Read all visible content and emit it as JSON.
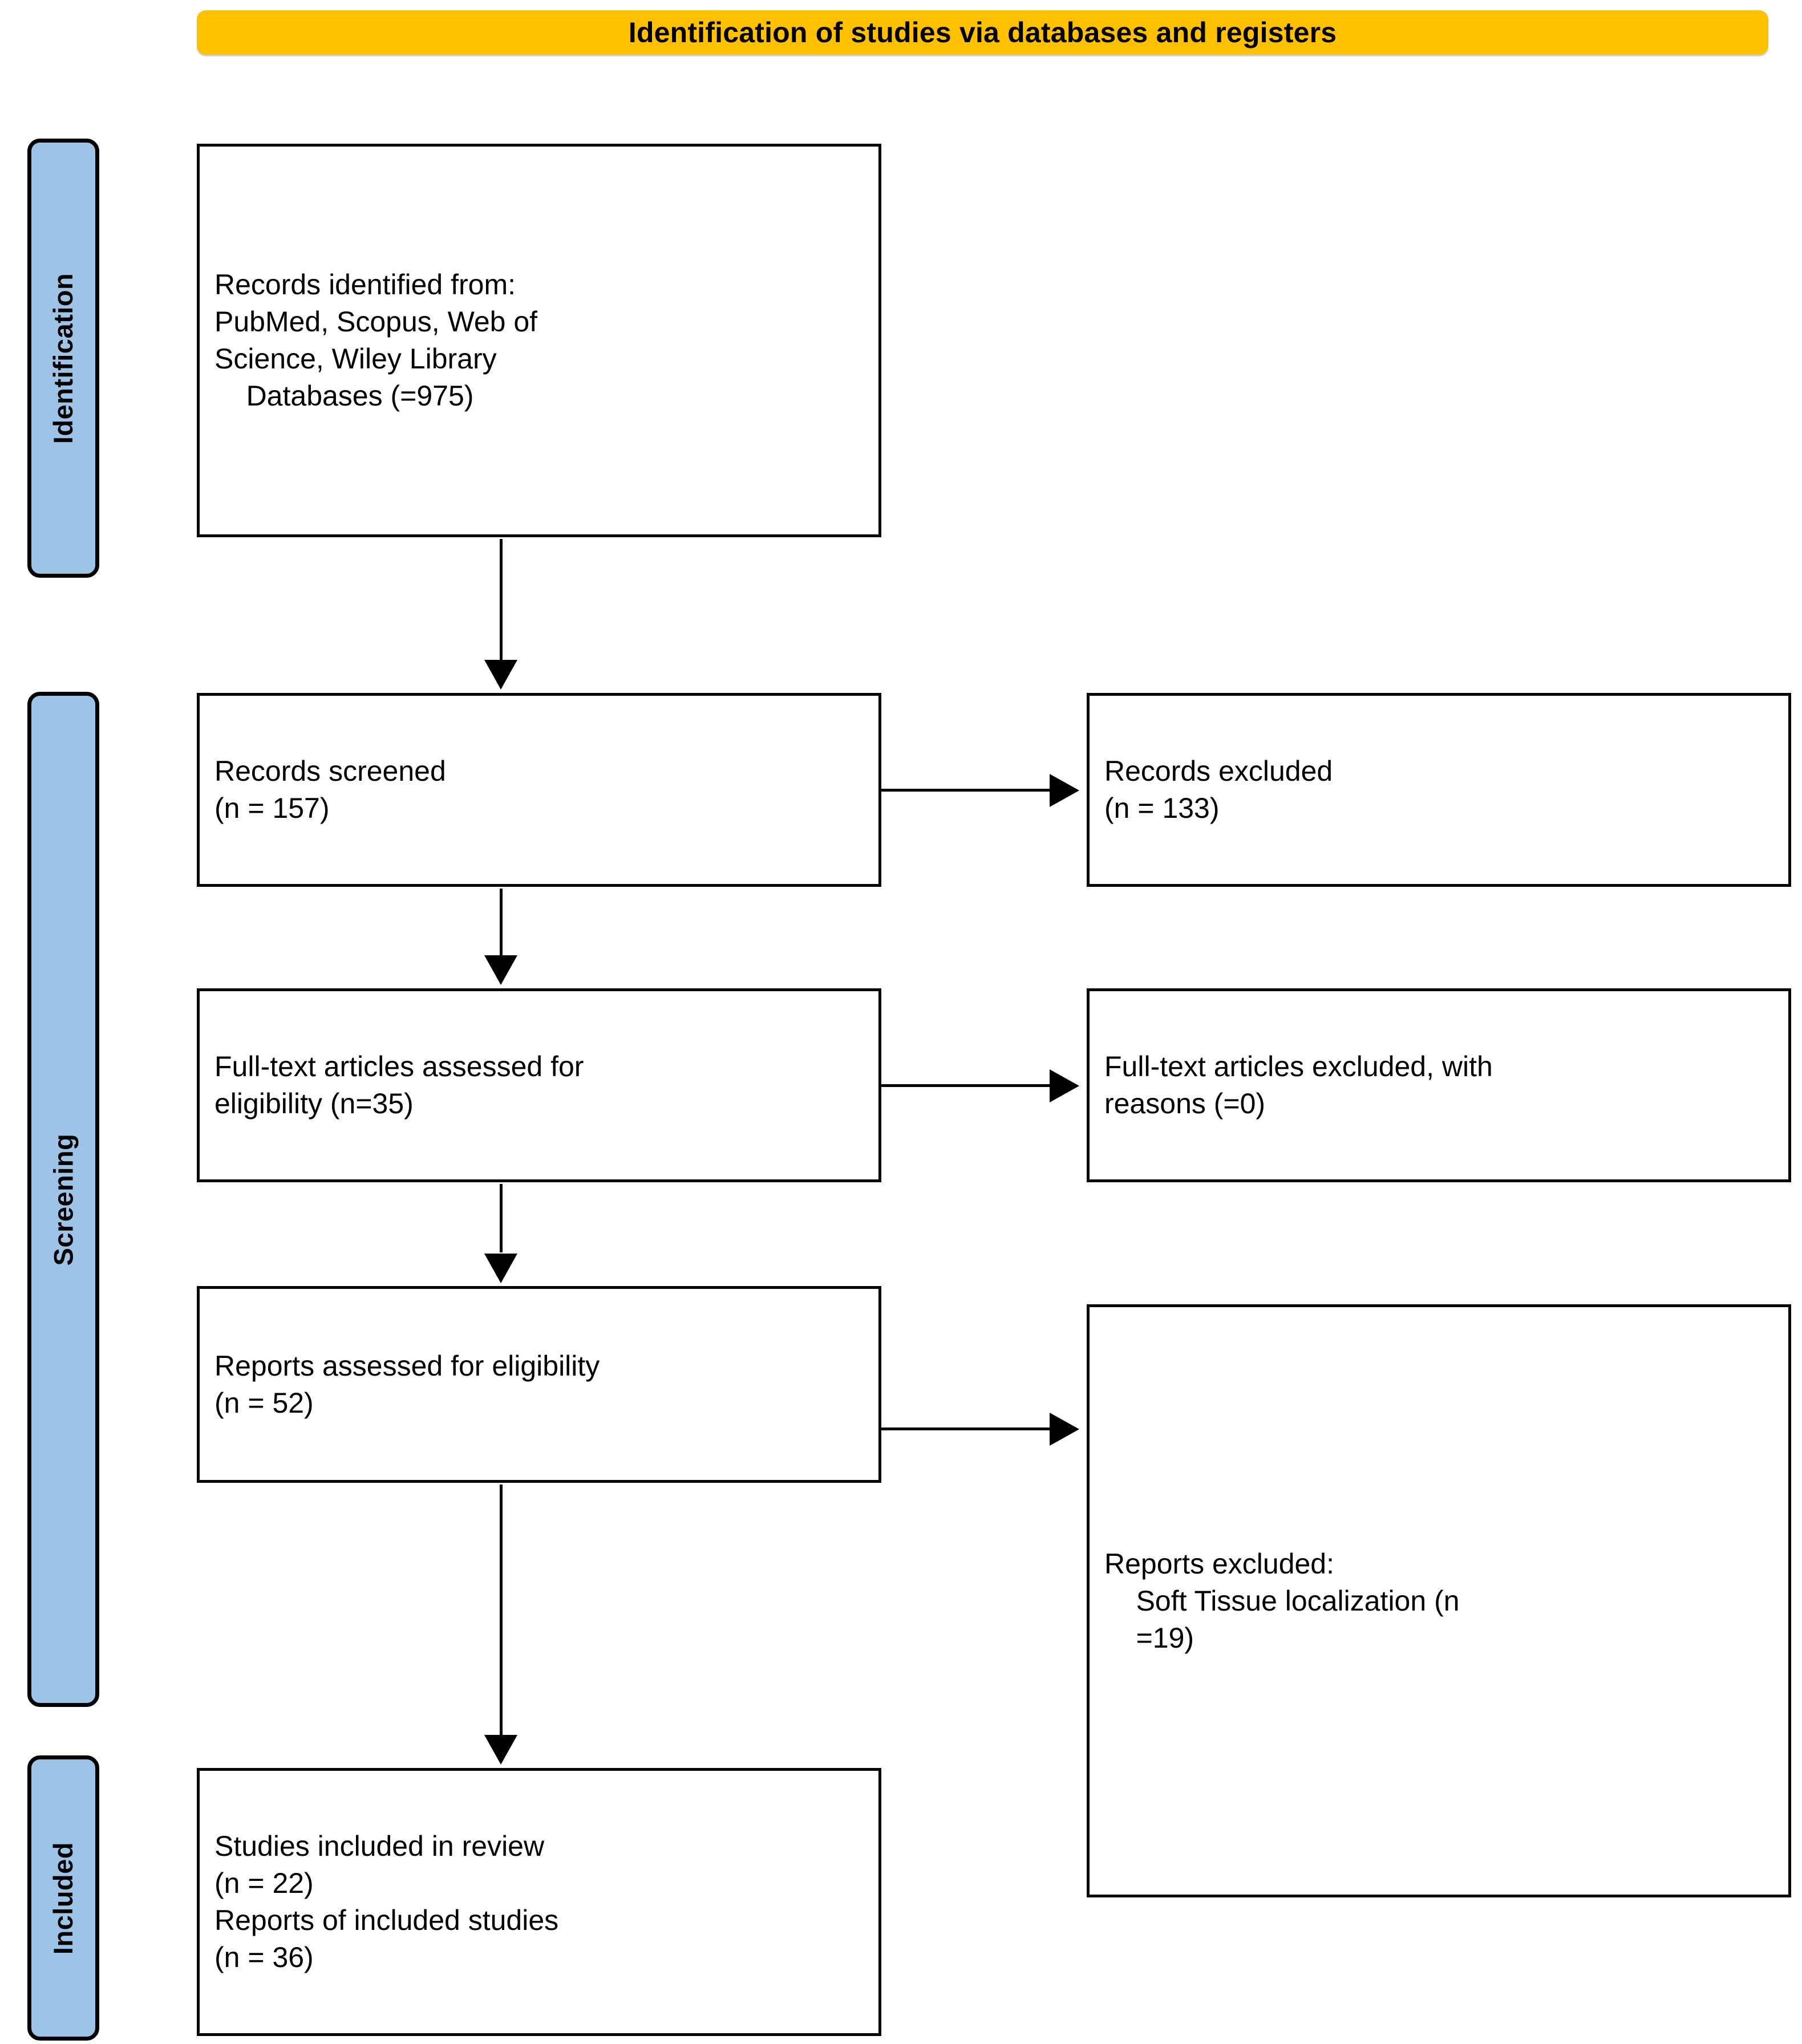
{
  "header": {
    "title": "Identification of studies via databases and registers",
    "color": "#FFC000"
  },
  "stages": {
    "accent_color": "#9DC3E6",
    "identification": "Identification",
    "screening": "Screening",
    "included": "Included"
  },
  "boxes": {
    "identified": {
      "text": "Records identified from:\nPubMed, Scopus, Web of\nScience, Wiley Library\n    Databases (=975)"
    },
    "screened": {
      "text": "Records screened\n(n = 157)"
    },
    "records_excluded": {
      "text": "Records excluded\n(n = 133)"
    },
    "fulltext_assessed": {
      "text": "Full-text articles assessed for\neligibility (n=35)"
    },
    "fulltext_excluded": {
      "text": "Full-text articles excluded, with\nreasons (=0)"
    },
    "reports_assessed": {
      "text": "Reports assessed for eligibility\n(n = 52)"
    },
    "reports_excluded": {
      "text": "Reports excluded:\n    Soft Tissue localization (n\n    =19)"
    },
    "included": {
      "text": "Studies included in review\n(n = 22)\nReports of included studies\n(n = 36)"
    }
  },
  "chart_data": {
    "type": "table",
    "title": "Identification of studies via databases and registers",
    "stages": [
      "Identification",
      "Screening",
      "Included"
    ],
    "nodes": [
      {
        "id": "identified",
        "stage": "Identification",
        "label": "Records identified from: PubMed, Scopus, Web of Science, Wiley Library Databases",
        "n": 975
      },
      {
        "id": "screened",
        "stage": "Screening",
        "label": "Records screened",
        "n": 157
      },
      {
        "id": "records_excluded",
        "stage": "Screening",
        "label": "Records excluded",
        "n": 133
      },
      {
        "id": "fulltext_assessed",
        "stage": "Screening",
        "label": "Full-text articles assessed for eligibility",
        "n": 35
      },
      {
        "id": "fulltext_excluded",
        "stage": "Screening",
        "label": "Full-text articles excluded, with reasons",
        "n": 0
      },
      {
        "id": "reports_assessed",
        "stage": "Screening",
        "label": "Reports assessed for eligibility",
        "n": 52
      },
      {
        "id": "reports_excluded",
        "stage": "Screening",
        "label": "Reports excluded: Soft Tissue localization",
        "n": 19
      },
      {
        "id": "studies_included",
        "stage": "Included",
        "label": "Studies included in review",
        "n": 22
      },
      {
        "id": "reports_included",
        "stage": "Included",
        "label": "Reports of included studies",
        "n": 36
      }
    ],
    "edges": [
      {
        "from": "identified",
        "to": "screened",
        "direction": "down"
      },
      {
        "from": "screened",
        "to": "records_excluded",
        "direction": "right"
      },
      {
        "from": "screened",
        "to": "fulltext_assessed",
        "direction": "down"
      },
      {
        "from": "fulltext_assessed",
        "to": "fulltext_excluded",
        "direction": "right"
      },
      {
        "from": "fulltext_assessed",
        "to": "reports_assessed",
        "direction": "down"
      },
      {
        "from": "reports_assessed",
        "to": "reports_excluded",
        "direction": "right"
      },
      {
        "from": "reports_assessed",
        "to": "studies_included",
        "direction": "down"
      }
    ]
  }
}
